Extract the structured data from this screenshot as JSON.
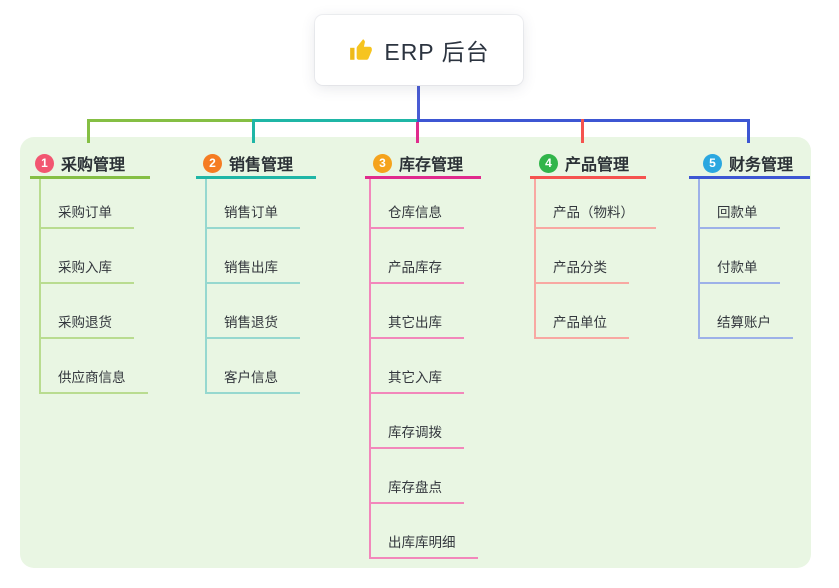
{
  "root": {
    "label": "ERP 后台",
    "icon": "thumbs-up-icon",
    "icon_color": "#f6c41f"
  },
  "panel_color": "#e9f6e3",
  "root_line_color": "#4a5cd4",
  "branches": [
    {
      "index": "1",
      "label": "采购管理",
      "badge_color": "#f25671",
      "line_color": "#85bf44",
      "leaf_line_color": "#b9dc90",
      "children": [
        "采购订单",
        "采购入库",
        "采购退货",
        "供应商信息"
      ]
    },
    {
      "index": "2",
      "label": "销售管理",
      "badge_color": "#f57c23",
      "line_color": "#1fb6a6",
      "leaf_line_color": "#96d8cf",
      "children": [
        "销售订单",
        "销售出库",
        "销售退货",
        "客户信息"
      ]
    },
    {
      "index": "3",
      "label": "库存管理",
      "badge_color": "#f5a31d",
      "line_color": "#e02b8d",
      "leaf_line_color": "#f287bb",
      "children": [
        "仓库信息",
        "产品库存",
        "其它出库",
        "其它入库",
        "库存调拨",
        "库存盘点",
        "出库库明细"
      ]
    },
    {
      "index": "4",
      "label": "产品管理",
      "badge_color": "#31b54a",
      "line_color": "#f5534f",
      "leaf_line_color": "#f8a8a2",
      "children": [
        "产品（物料）",
        "产品分类",
        "产品单位"
      ]
    },
    {
      "index": "5",
      "label": "财务管理",
      "badge_color": "#2ba7e0",
      "line_color": "#3d56d3",
      "leaf_line_color": "#9db1e8",
      "children": [
        "回款单",
        "付款单",
        "结算账户"
      ]
    }
  ]
}
